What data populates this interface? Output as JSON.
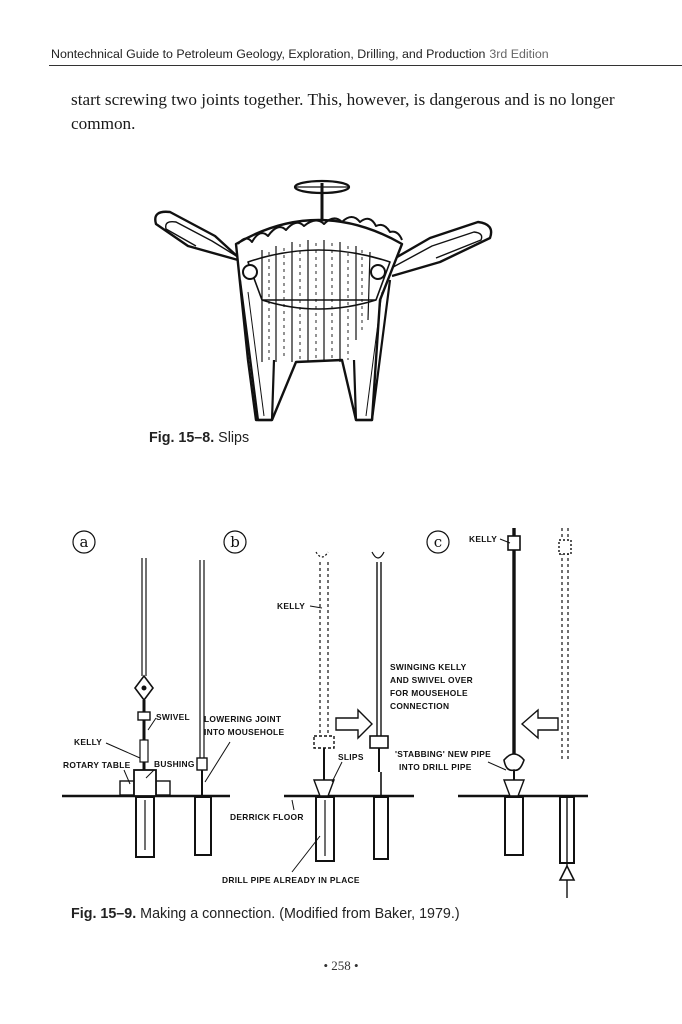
{
  "running_head": {
    "title": "Nontechnical Guide to Petroleum Geology, Exploration, Drilling, and Production",
    "edition": "3rd Edition"
  },
  "body_text": "start screwing two joints together. This, however, is dangerous and is no longer common.",
  "figure_15_8": {
    "label": "Fig. 15–8.",
    "caption": "Slips"
  },
  "figure_15_9": {
    "label": "Fig. 15–9.",
    "caption": "Making a connection. (Modified from Baker, 1979.)",
    "panels": [
      "a",
      "b",
      "c"
    ],
    "labels": {
      "kelly_a": "KELLY",
      "swivel": "SWIVEL",
      "rotary_table": "ROTARY TABLE",
      "bushing": "BUSHING",
      "lowering_1": "LOWERING JOINT",
      "lowering_2": "INTO MOUSEHOLE",
      "kelly_b": "KELLY",
      "swinging_1": "SWINGING KELLY",
      "swinging_2": "AND SWIVEL OVER",
      "swinging_3": "FOR MOUSEHOLE",
      "swinging_4": "CONNECTION",
      "slips": "SLIPS",
      "derrick_floor": "DERRICK FLOOR",
      "drill_pipe": "DRILL PIPE ALREADY IN PLACE",
      "kelly_c": "KELLY",
      "stabbing_1": "'STABBING' NEW PIPE",
      "stabbing_2": "INTO DRILL PIPE"
    }
  },
  "folio": "• 258 •"
}
